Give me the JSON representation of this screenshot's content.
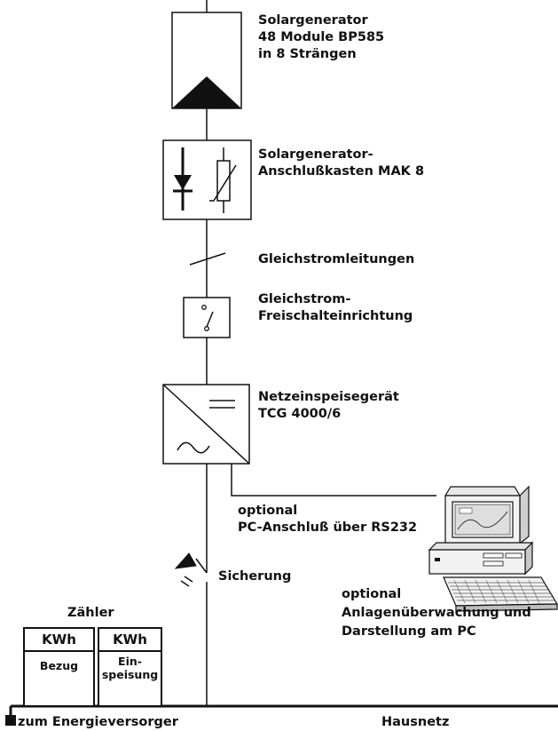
{
  "solar_generator": {
    "title": "Solargenerator",
    "line2": "48 Module BP585",
    "line3": "in 8 Strängen"
  },
  "connection_box": {
    "line1": "Solargenerator-",
    "line2": "Anschlußkasten MAK 8"
  },
  "dc_cables": {
    "label": "Gleichstromleitungen"
  },
  "dc_disconnect": {
    "line1": "Gleichstrom-",
    "line2": "Freischalteinrichtung"
  },
  "inverter": {
    "line1": "Netzeinspeisegerät",
    "line2": "TCG 4000/6"
  },
  "pc_link": {
    "line1": "optional",
    "line2": "PC-Anschluß über RS232"
  },
  "fuse": {
    "label": "Sicherung"
  },
  "monitoring": {
    "line1": "optional",
    "line2": "Anlagenüberwachung und",
    "line3": "Darstellung am PC"
  },
  "meters": {
    "title": "Zähler",
    "import": {
      "unit": "KWh",
      "line1": "Bezug"
    },
    "export": {
      "unit": "KWh",
      "line1": "Ein-",
      "line2": "speisung"
    }
  },
  "grid": {
    "utility_label": "zum Energieversorger",
    "house_label": "Hausnetz"
  }
}
